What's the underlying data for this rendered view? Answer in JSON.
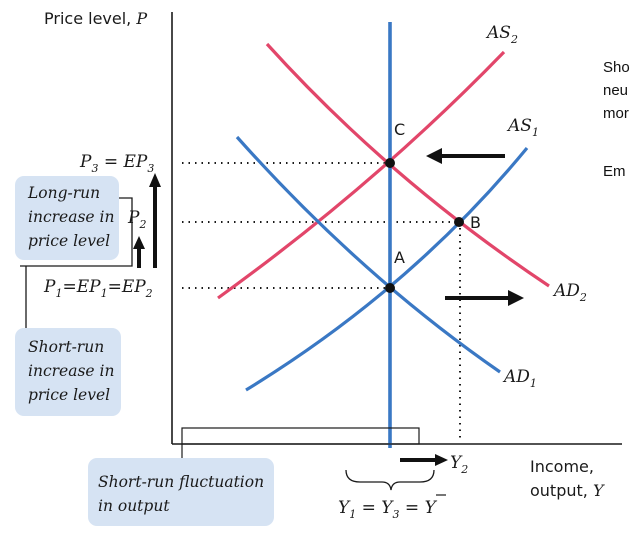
{
  "axes": {
    "y_label": "Price level, ",
    "y_label_var": "P",
    "x_label_line1": "Income,",
    "x_label_line2": "output, ",
    "x_label_var": "Y"
  },
  "curves": {
    "as2": {
      "name": "AS",
      "sub": "2"
    },
    "as1": {
      "name": "AS",
      "sub": "1"
    },
    "ad2": {
      "name": "AD",
      "sub": "2"
    },
    "ad1": {
      "name": "AD",
      "sub": "1"
    }
  },
  "points": {
    "a": "A",
    "b": "B",
    "c": "C"
  },
  "price_labels": {
    "p3": {
      "a": "P",
      "a_sub": "3",
      "eq": " = ",
      "b": "EP",
      "b_sub": "3"
    },
    "p2": {
      "a": "P",
      "a_sub": "2"
    },
    "p1": {
      "a": "P",
      "a_sub": "1",
      "eq1": "=",
      "b": "EP",
      "b_sub": "1",
      "eq2": "=",
      "c": "EP",
      "c_sub": "2"
    }
  },
  "output_labels": {
    "y2": {
      "a": "Y",
      "a_sub": "2"
    },
    "natural": {
      "a": "Y",
      "a_sub": "1",
      "eq1": " = ",
      "b": "Y",
      "b_sub": "3",
      "eq2": " = ",
      "c": "Y"
    }
  },
  "callouts": {
    "long_run": [
      "Long-run",
      "increase in",
      "price level"
    ],
    "short_run": [
      "Short-run",
      "increase in",
      "price level"
    ],
    "fluctuation": [
      "Short-run fluctuation",
      "in output"
    ]
  },
  "side_text": {
    "line1": "Sho",
    "line2": "neu",
    "line3": "mor",
    "line4": "Em"
  },
  "colors": {
    "blue": "#3a78c4",
    "red": "#e2466a",
    "callout_bg": "#d6e3f3",
    "axis": "#1a1a1a"
  }
}
